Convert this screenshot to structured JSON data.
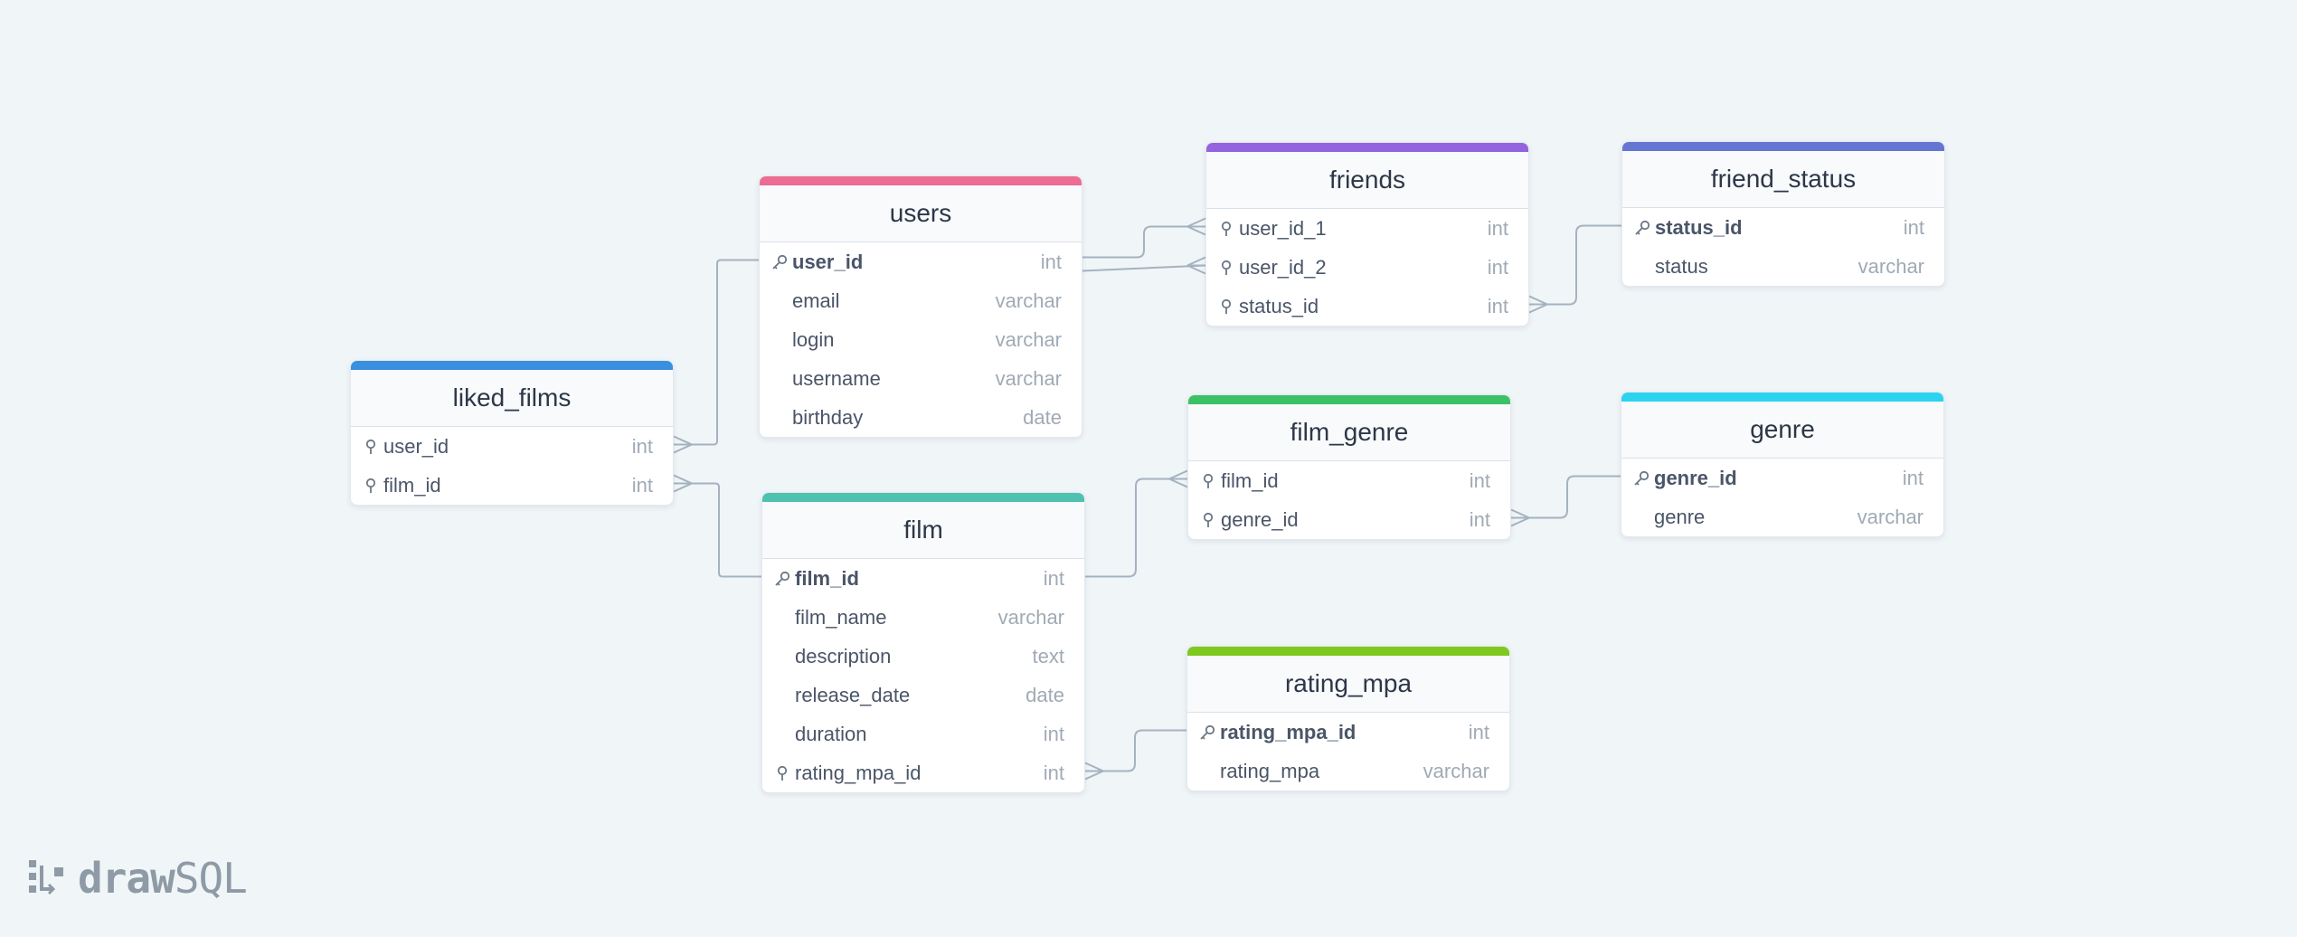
{
  "colors": {
    "background": "#f0f5f8",
    "connector": "#a5b2c0",
    "users": "#ec6c92",
    "friends": "#9363e0",
    "friend_status": "#6575d4",
    "liked_films": "#3a8fde",
    "film": "#4fc1b0",
    "film_genre": "#3cc167",
    "genre": "#2cd3ee",
    "rating_mpa": "#7ec81f"
  },
  "tables": {
    "users": {
      "name": "users",
      "rows": [
        {
          "name": "user_id",
          "type": "int",
          "key": "pk"
        },
        {
          "name": "email",
          "type": "varchar",
          "key": ""
        },
        {
          "name": "login",
          "type": "varchar",
          "key": ""
        },
        {
          "name": "username",
          "type": "varchar",
          "key": ""
        },
        {
          "name": "birthday",
          "type": "date",
          "key": ""
        }
      ]
    },
    "friends": {
      "name": "friends",
      "rows": [
        {
          "name": "user_id_1",
          "type": "int",
          "key": "fk"
        },
        {
          "name": "user_id_2",
          "type": "int",
          "key": "fk"
        },
        {
          "name": "status_id",
          "type": "int",
          "key": "fk"
        }
      ]
    },
    "friend_status": {
      "name": "friend_status",
      "rows": [
        {
          "name": "status_id",
          "type": "int",
          "key": "pk"
        },
        {
          "name": "status",
          "type": "varchar",
          "key": ""
        }
      ]
    },
    "liked_films": {
      "name": "liked_films",
      "rows": [
        {
          "name": "user_id",
          "type": "int",
          "key": "fk"
        },
        {
          "name": "film_id",
          "type": "int",
          "key": "fk"
        }
      ]
    },
    "film": {
      "name": "film",
      "rows": [
        {
          "name": "film_id",
          "type": "int",
          "key": "pk"
        },
        {
          "name": "film_name",
          "type": "varchar",
          "key": ""
        },
        {
          "name": "description",
          "type": "text",
          "key": ""
        },
        {
          "name": "release_date",
          "type": "date",
          "key": ""
        },
        {
          "name": "duration",
          "type": "int",
          "key": ""
        },
        {
          "name": "rating_mpa_id",
          "type": "int",
          "key": "fk"
        }
      ]
    },
    "film_genre": {
      "name": "film_genre",
      "rows": [
        {
          "name": "film_id",
          "type": "int",
          "key": "fk"
        },
        {
          "name": "genre_id",
          "type": "int",
          "key": "fk"
        }
      ]
    },
    "genre": {
      "name": "genre",
      "rows": [
        {
          "name": "genre_id",
          "type": "int",
          "key": "pk"
        },
        {
          "name": "genre",
          "type": "varchar",
          "key": ""
        }
      ]
    },
    "rating_mpa": {
      "name": "rating_mpa",
      "rows": [
        {
          "name": "rating_mpa_id",
          "type": "int",
          "key": "pk"
        },
        {
          "name": "rating_mpa",
          "type": "varchar",
          "key": ""
        }
      ]
    }
  },
  "relations": [
    {
      "from": "users.user_id",
      "to": "friends.user_id_1"
    },
    {
      "from": "users.user_id",
      "to": "friends.user_id_2"
    },
    {
      "from": "friend_status.status_id",
      "to": "friends.status_id"
    },
    {
      "from": "users.user_id",
      "to": "liked_films.user_id"
    },
    {
      "from": "film.film_id",
      "to": "liked_films.film_id"
    },
    {
      "from": "film.film_id",
      "to": "film_genre.film_id"
    },
    {
      "from": "genre.genre_id",
      "to": "film_genre.genre_id"
    },
    {
      "from": "rating_mpa.rating_mpa_id",
      "to": "film.rating_mpa_id"
    }
  ],
  "logo": {
    "part1": "draw",
    "part2": "SQL"
  }
}
